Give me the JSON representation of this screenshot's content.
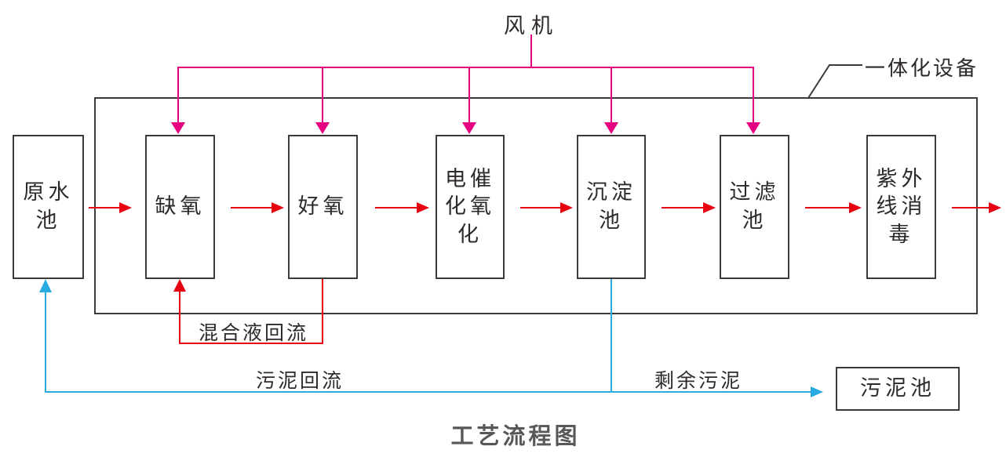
{
  "title": "工艺流程图",
  "fan_label": "风机",
  "equipment_label": "一体化设备",
  "boxes": [
    {
      "id": "raw-water-tank",
      "label": "原水池"
    },
    {
      "id": "anoxic",
      "label": "缺氧"
    },
    {
      "id": "aerobic",
      "label": "好氧"
    },
    {
      "id": "electrocatalytic-oxidation",
      "label": "电催化氧化"
    },
    {
      "id": "sedimentation-tank",
      "label": "沉淀池"
    },
    {
      "id": "filter-tank",
      "label": "过滤池"
    },
    {
      "id": "uv-disinfection",
      "label": "紫外线消毒"
    },
    {
      "id": "sludge-tank",
      "label": "污泥池"
    }
  ],
  "flow_labels": {
    "mixed_liquor_return": "混合液回流",
    "sludge_return": "污泥回流",
    "excess_sludge": "剩余污泥"
  },
  "colors": {
    "air_line": "#e4007f",
    "flow_arrow": "#e60012",
    "sludge_line": "#29abe2",
    "outline": "#3e3a39",
    "title_text": "#595757"
  }
}
